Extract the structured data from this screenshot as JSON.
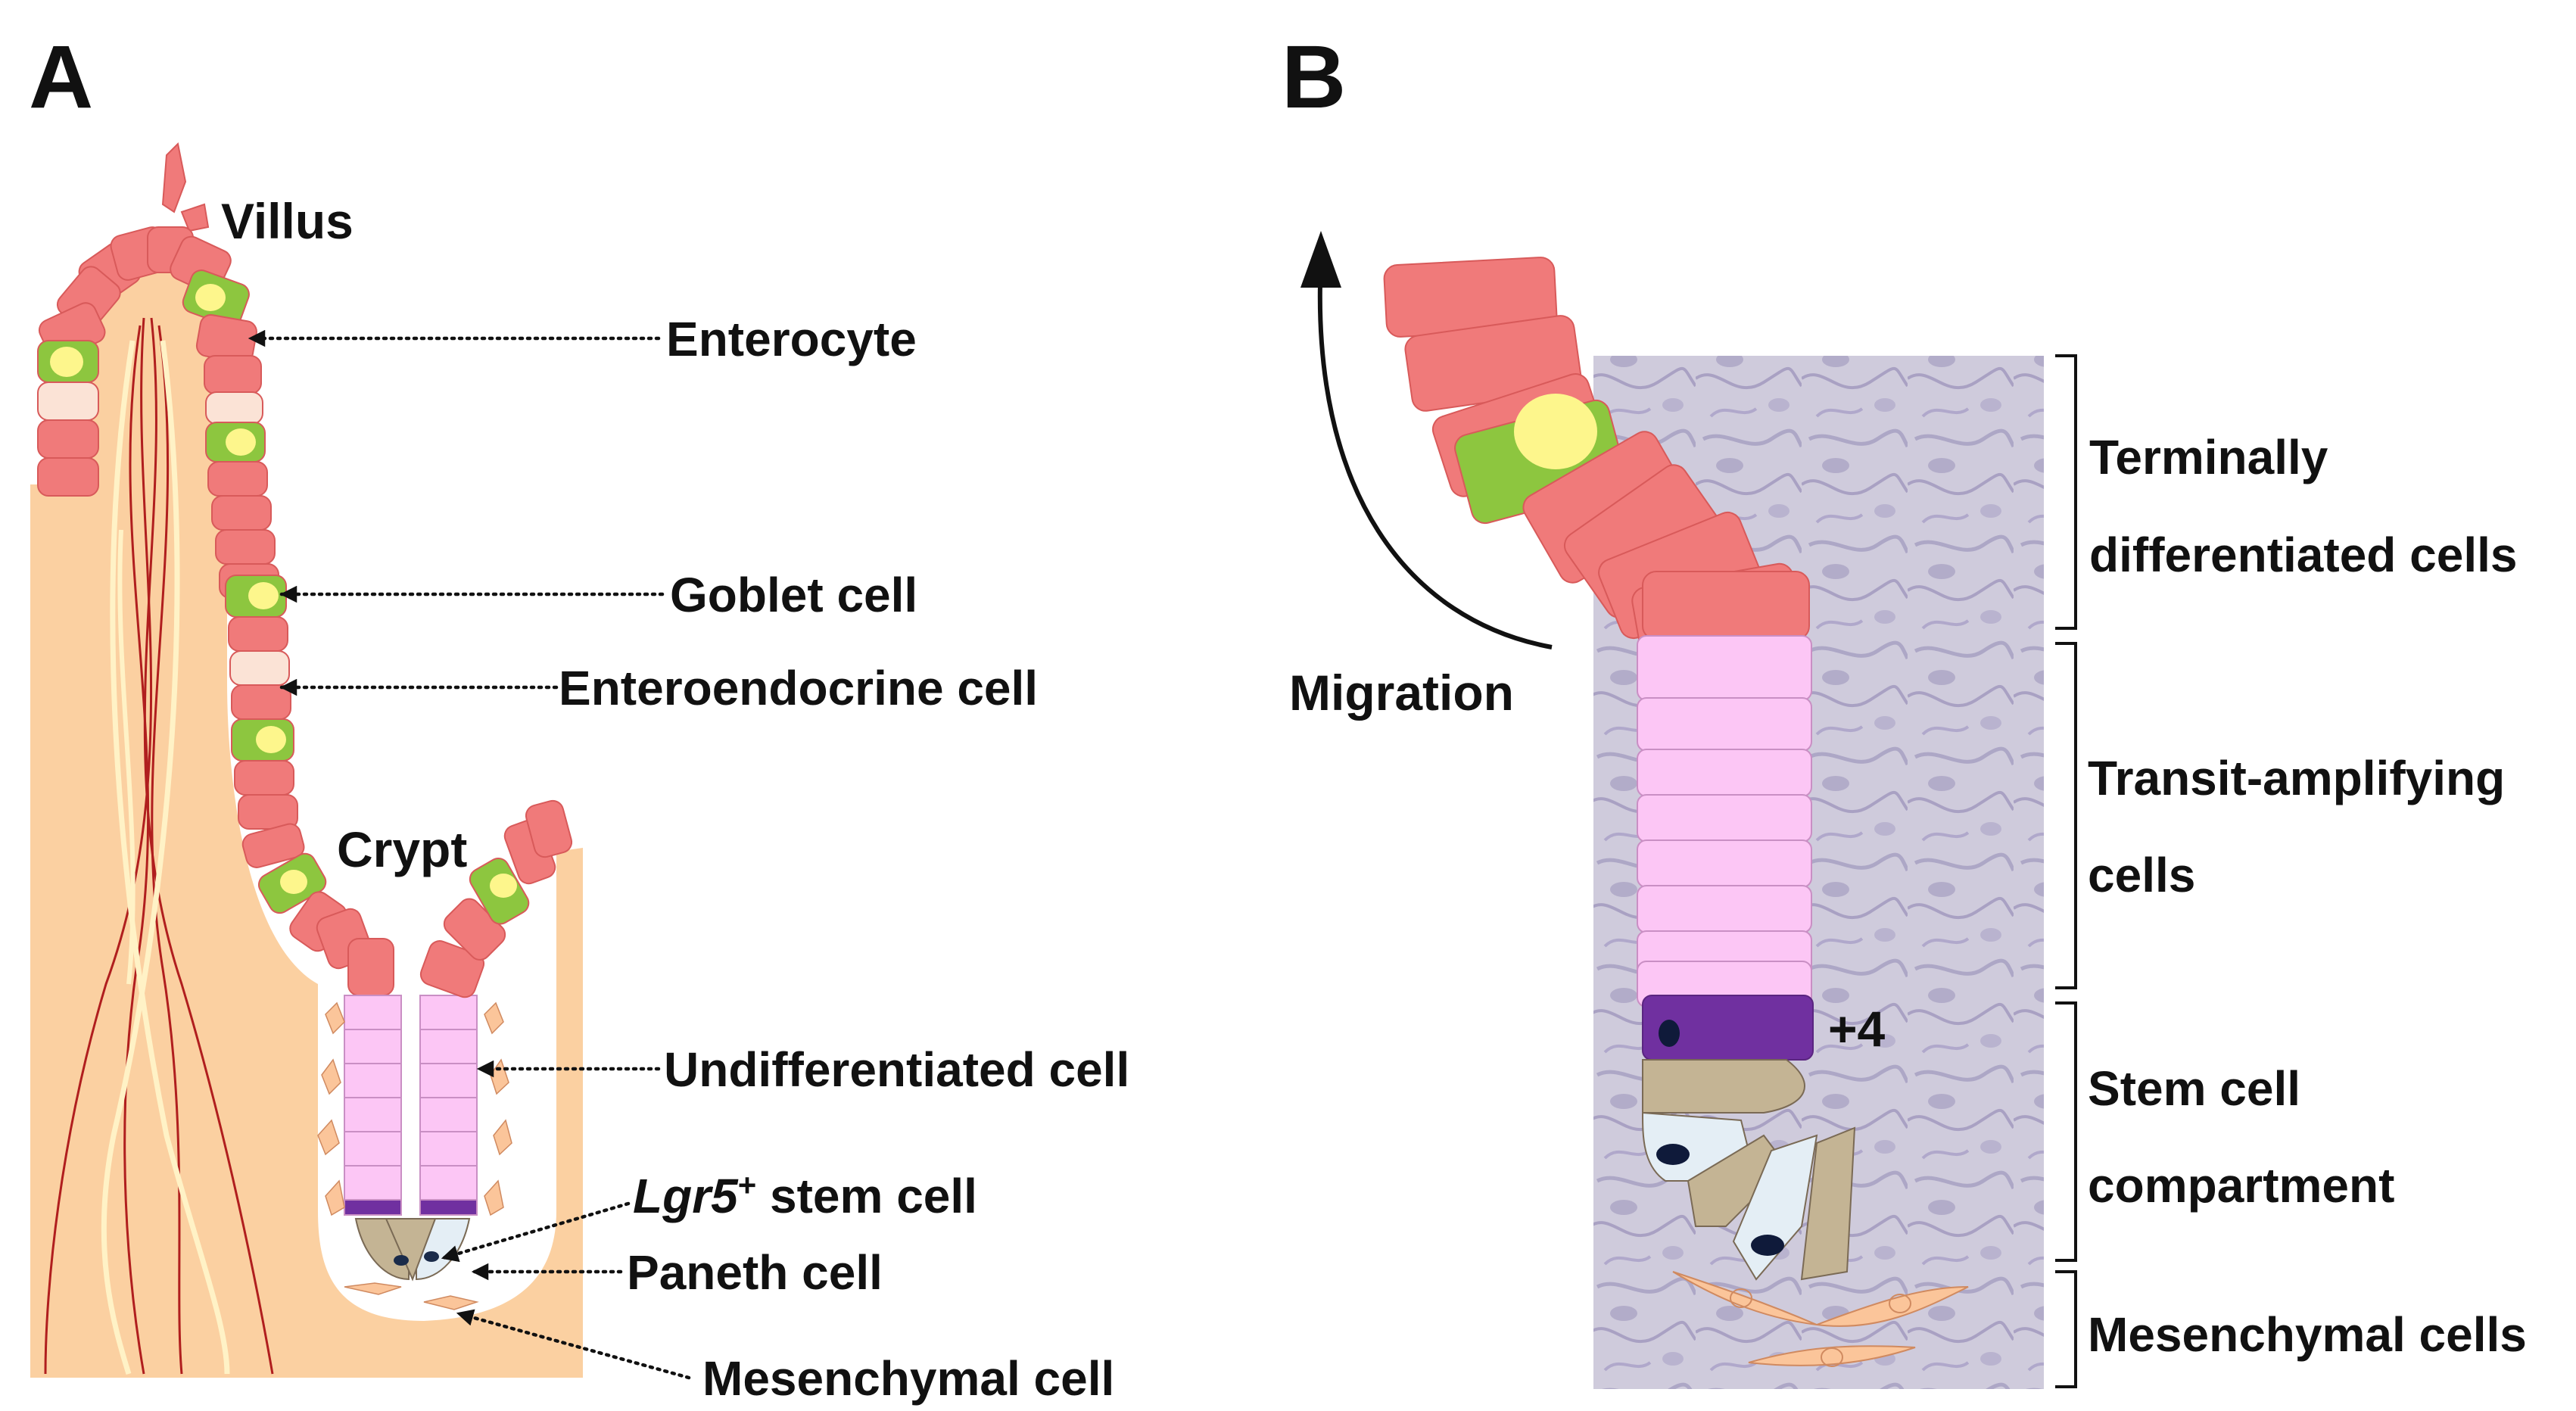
{
  "panels": [
    {
      "letter": "A"
    },
    {
      "letter": "B"
    }
  ],
  "panel_a": {
    "region_labels": {
      "villus": "Villus",
      "crypt": "Crypt"
    },
    "callouts": {
      "enterocyte": "Enterocyte",
      "goblet": "Goblet cell",
      "enteroendocrine": "Enteroendocrine cell",
      "undifferentiated": "Undifferentiated cell",
      "stem_italic": "Lgr5",
      "stem_sup": "+",
      "stem_rest": " stem cell",
      "paneth": "Paneth cell",
      "mesenchymal": "Mesenchymal cell"
    }
  },
  "panel_b": {
    "migration": "Migration",
    "plus4": "+4",
    "brackets": {
      "terminal_l1": "Terminally",
      "terminal_l2": "differentiated cells",
      "ta_l1": "Transit-amplifying",
      "ta_l2": "cells",
      "stem_l1": "Stem cell",
      "stem_l2": "compartment",
      "mesenchymal": "Mesenchymal cells"
    }
  },
  "colors": {
    "enterocyte": "#f07a7a",
    "goblet": "#8dc63f",
    "goblet_vesicle": "#fdf68c",
    "enteroendocrine": "#fbe3d6",
    "transit_amplifying": "#fcc6f5",
    "stem": "#7030a0",
    "paneth": "#c4b494",
    "paneth_light": "#e4eef5",
    "tissue": "#fbd0a1",
    "mesenchymal": "#fbc59a",
    "vessel": "#b01e1e",
    "histology": "#cfcadd"
  }
}
